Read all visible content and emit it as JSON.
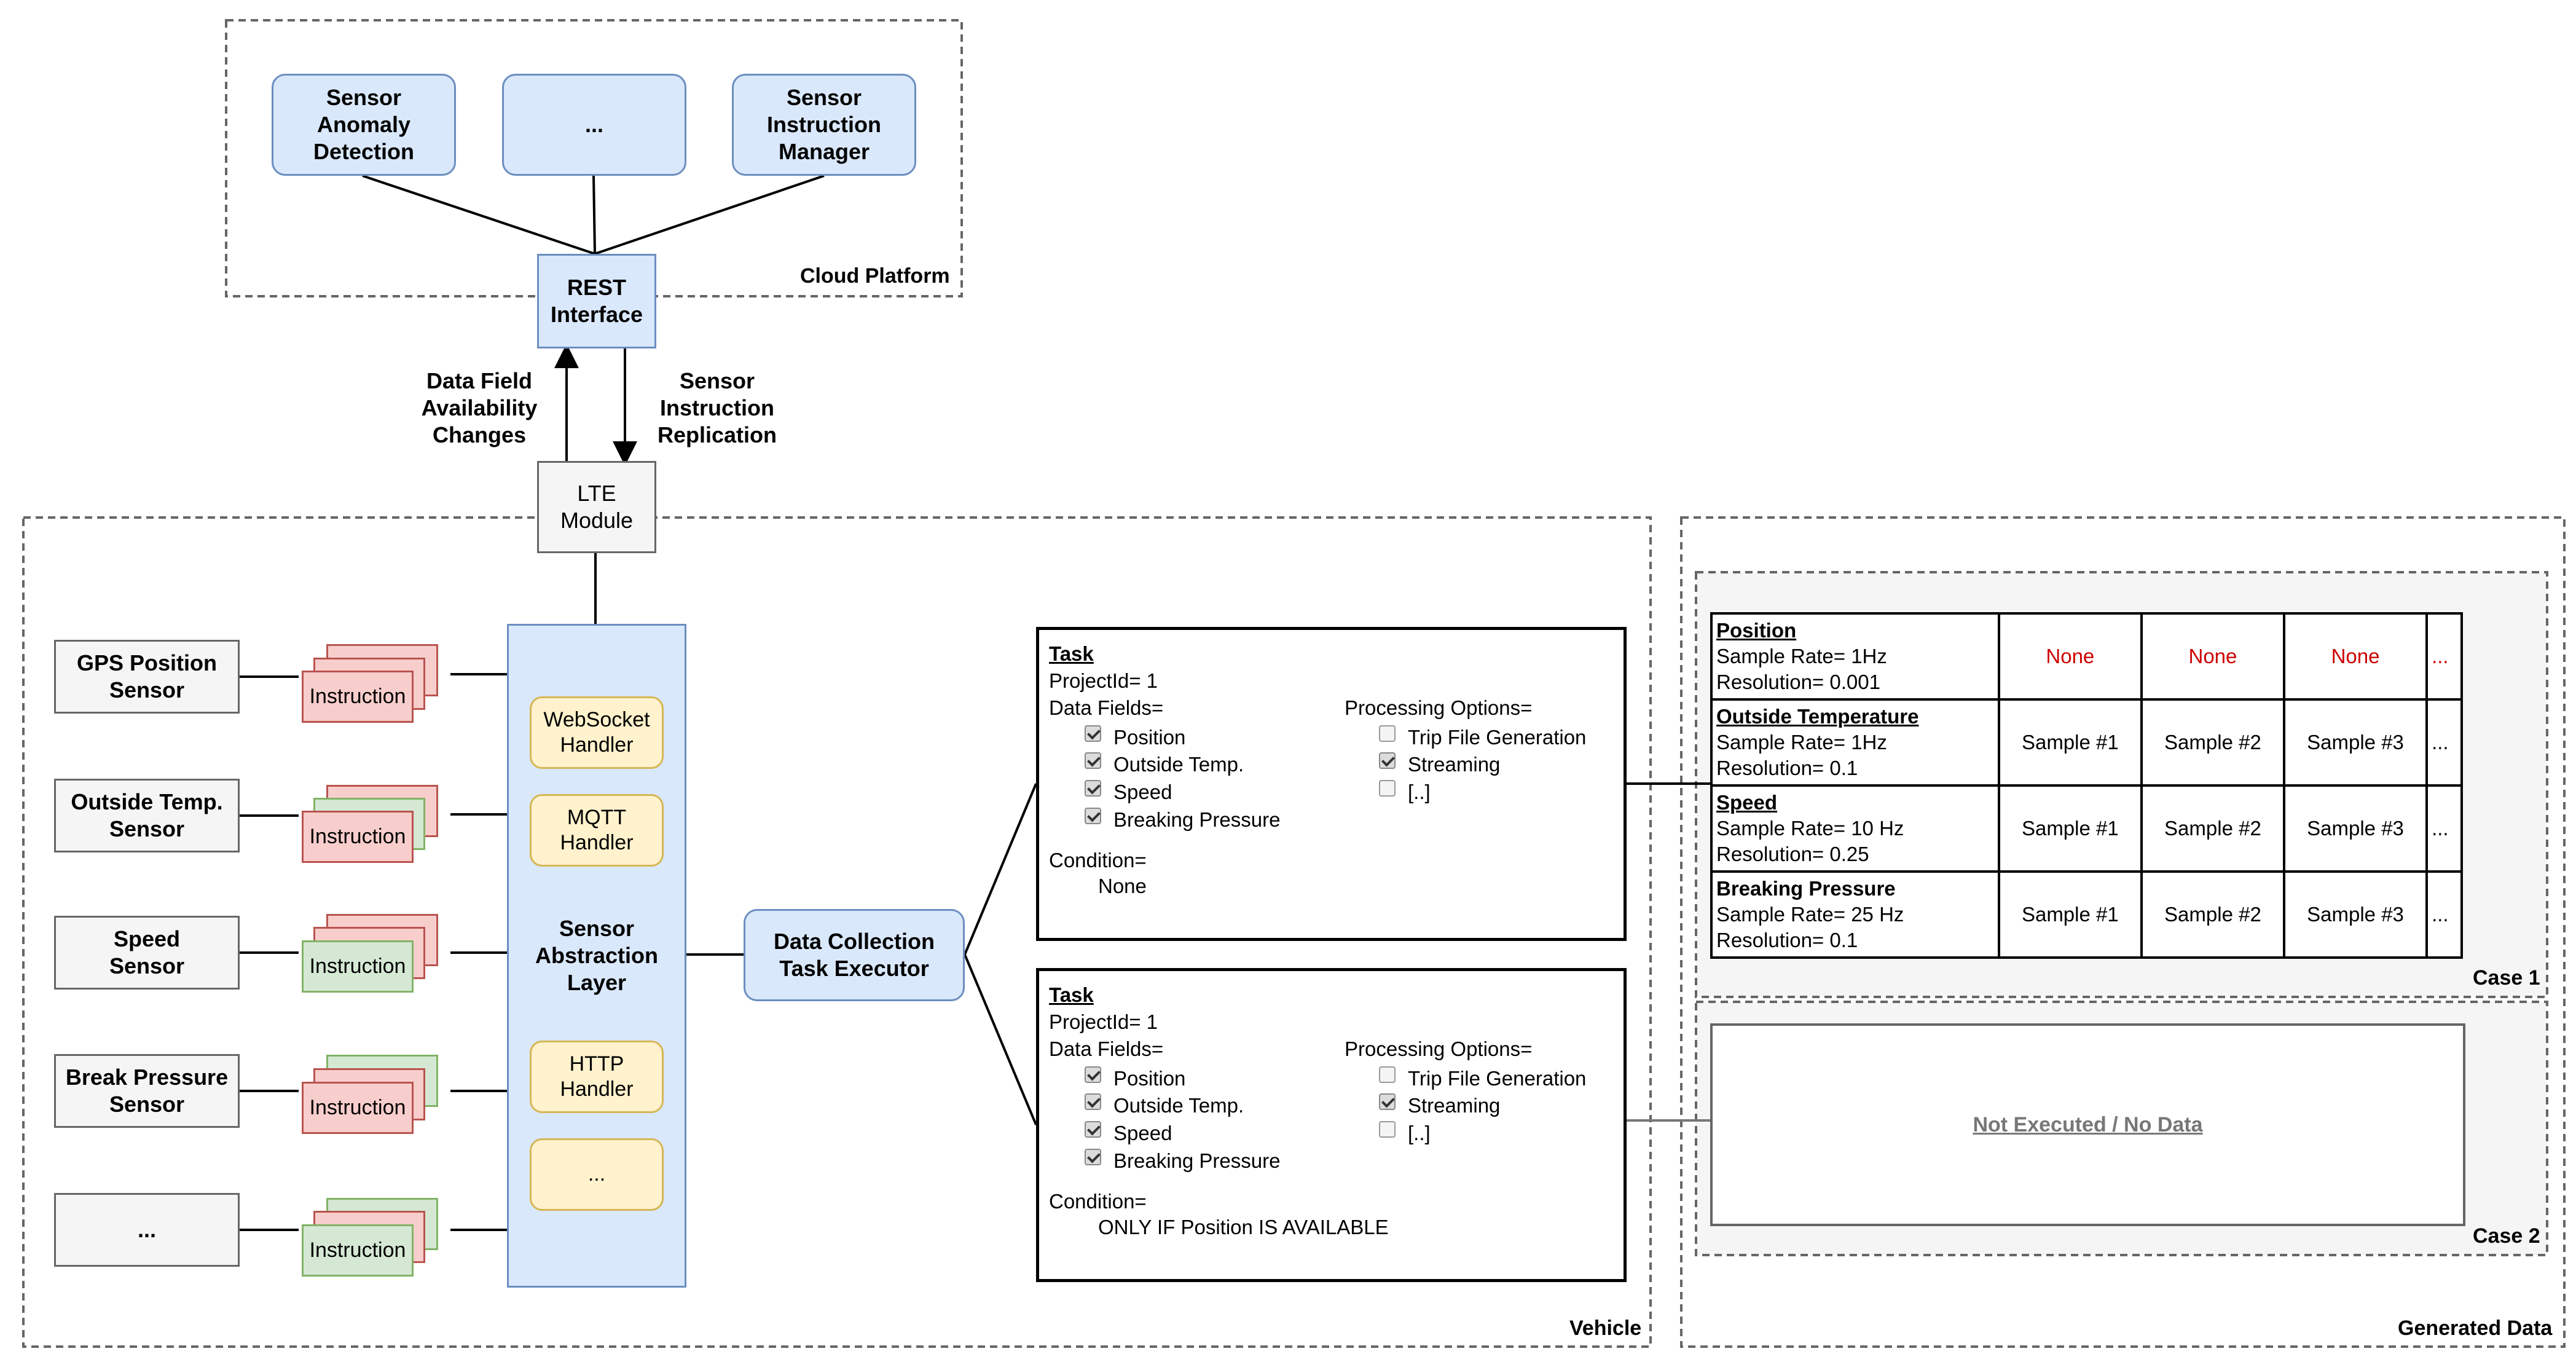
{
  "cloud": {
    "label": "Cloud Platform",
    "services": [
      "Sensor\nAnomaly\nDetection",
      "...",
      "Sensor\nInstruction\nManager"
    ],
    "rest": "REST\nInterface"
  },
  "arrows": {
    "up": "Data Field\nAvailability\nChanges",
    "down": "Sensor\nInstruction\nReplication"
  },
  "lte": "LTE\nModule",
  "vehicle": {
    "label": "Vehicle",
    "sensors": [
      {
        "name": "GPS Position\nSensor",
        "instruction": "Instruction"
      },
      {
        "name": "Outside Temp.\nSensor",
        "instruction": "Instruction"
      },
      {
        "name": "Speed\nSensor",
        "instruction": "Instruction"
      },
      {
        "name": "Break Pressure\nSensor",
        "instruction": "Instruction"
      },
      {
        "name": "...",
        "instruction": "Instruction"
      }
    ],
    "sal": {
      "label": "Sensor\nAbstraction\nLayer",
      "handlers": [
        "WebSocket\nHandler",
        "MQTT\nHandler",
        "HTTP\nHandler",
        "..."
      ]
    },
    "executor": "Data Collection\nTask Executor"
  },
  "tasks": [
    {
      "title": "Task",
      "project": "ProjectId= 1",
      "fields_label": "Data Fields=",
      "fields": [
        {
          "label": "Position",
          "checked": true
        },
        {
          "label": "Outside Temp.",
          "checked": true
        },
        {
          "label": "Speed",
          "checked": true
        },
        {
          "label": "Breaking Pressure",
          "checked": true
        }
      ],
      "options_label": "Processing Options=",
      "options": [
        {
          "label": "Trip File Generation",
          "checked": false
        },
        {
          "label": "Streaming",
          "checked": true
        },
        {
          "label": "[..]",
          "checked": false
        }
      ],
      "condition_label": "Condition=",
      "condition": "None"
    },
    {
      "title": "Task",
      "project": "ProjectId= 1",
      "fields_label": "Data Fields=",
      "fields": [
        {
          "label": "Position",
          "checked": true
        },
        {
          "label": "Outside Temp.",
          "checked": true
        },
        {
          "label": "Speed",
          "checked": true
        },
        {
          "label": "Breaking Pressure",
          "checked": true
        }
      ],
      "options_label": "Processing Options=",
      "options": [
        {
          "label": "Trip File Generation",
          "checked": false
        },
        {
          "label": "Streaming",
          "checked": true
        },
        {
          "label": "[..]",
          "checked": false
        }
      ],
      "condition_label": "Condition=",
      "condition": "ONLY IF Position IS AVAILABLE"
    }
  ],
  "generated": {
    "label": "Generated Data",
    "case1": {
      "label": "Case 1",
      "rows": [
        {
          "name": "Position",
          "rate": "Sample Rate= 1Hz",
          "res": "Resolution= 0.001",
          "samples": [
            "None",
            "None",
            "None"
          ],
          "more": "...",
          "missing": true
        },
        {
          "name": "Outside Temperature",
          "rate": "Sample Rate= 1Hz",
          "res": "Resolution= 0.1",
          "samples": [
            "Sample #1",
            "Sample #2",
            "Sample #3"
          ],
          "more": "...",
          "missing": false
        },
        {
          "name": "Speed",
          "rate": "Sample Rate= 10 Hz",
          "res": "Resolution= 0.25",
          "samples": [
            "Sample #1",
            "Sample #2",
            "Sample #3"
          ],
          "more": "...",
          "missing": false
        },
        {
          "name": "Breaking Pressure",
          "rate": "Sample Rate= 25 Hz",
          "res": "Resolution= 0.1",
          "samples": [
            "Sample #1",
            "Sample #2",
            "Sample #3"
          ],
          "more": "...",
          "missing": false
        }
      ]
    },
    "case2": {
      "label": "Case 2",
      "text": "Not Executed / No Data"
    }
  },
  "colors": {
    "blue_fill": "#dae8fc",
    "blue_stroke": "#6c8ebf",
    "yellow_fill": "#fff2cc",
    "yellow_stroke": "#d6b656",
    "red_fill": "#f8cecc",
    "red_stroke": "#b85450",
    "green_fill": "#d5e8d4",
    "green_stroke": "#82b366",
    "grey_fill": "#f5f5f5",
    "missing_text": "#cc0000"
  }
}
